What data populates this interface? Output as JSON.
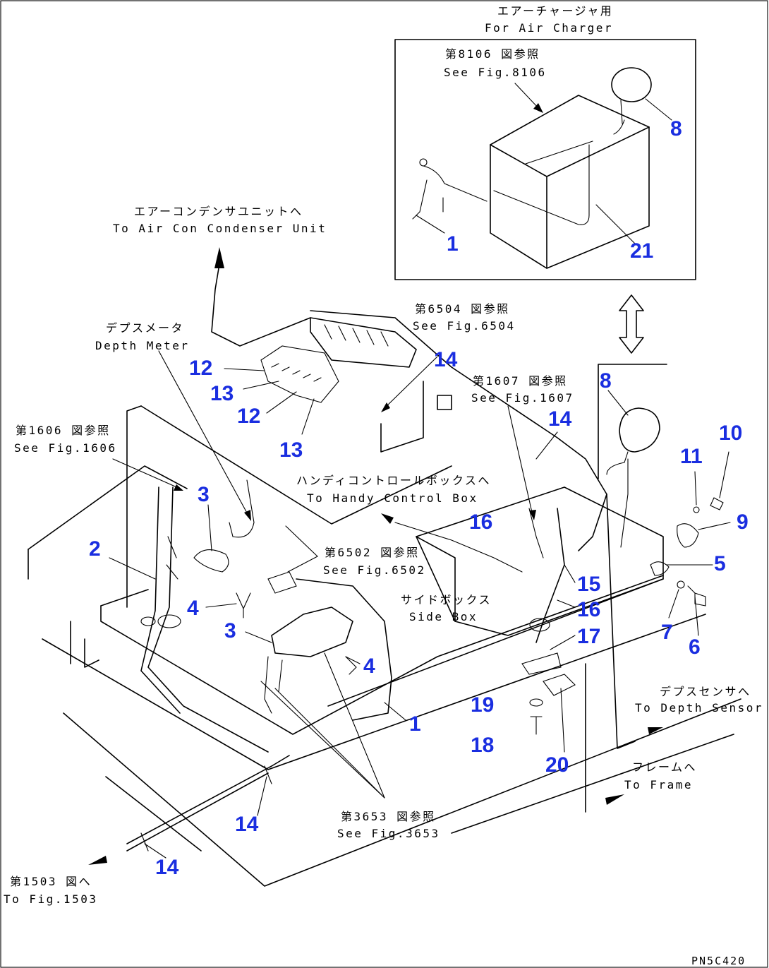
{
  "diagram": {
    "drawing_code": "PN5C420",
    "notes": {
      "air_charger_jp": "エアーチャージャ用",
      "air_charger_en": "For Air Charger",
      "fig8106_jp": "第8106 図参照",
      "fig8106_en": "See Fig.8106",
      "aircon_jp": "エアーコンデンサユニットへ",
      "aircon_en": "To Air Con Condenser Unit",
      "fig6504_jp": "第6504 図参照",
      "fig6504_en": "See Fig.6504",
      "depth_meter_jp": "デプスメータ",
      "depth_meter_en": "Depth Meter",
      "fig1607_jp": "第1607 図参照",
      "fig1607_en": "See Fig.1607",
      "fig1606_jp": "第1606 図参照",
      "fig1606_en": "See Fig.1606",
      "handy_jp": "ハンディコントロールボックスへ",
      "handy_en": "To Handy Control Box",
      "fig6502_jp": "第6502 図参照",
      "fig6502_en": "See Fig.6502",
      "side_box_jp": "サイドボックス",
      "side_box_en": "Side Box",
      "depth_sensor_jp": "デプスセンサへ",
      "depth_sensor_en": "To Depth Sensor",
      "frame_jp": "フレームへ",
      "frame_en": "To Frame",
      "fig3653_jp": "第3653 図参照",
      "fig3653_en": "See Fig.3653",
      "fig1503_jp": "第1503 図へ",
      "fig1503_en": "To Fig.1503"
    },
    "part_numbers": {
      "p1a": "1",
      "p21": "21",
      "p8a": "8",
      "p12a": "12",
      "p13a": "13",
      "p12b": "12",
      "p13b": "13",
      "p14a": "14",
      "p14b": "14",
      "p8b": "8",
      "p10": "10",
      "p11": "11",
      "p9": "9",
      "p5": "5",
      "p7": "7",
      "p6": "6",
      "p3a": "3",
      "p2": "2",
      "p4a": "4",
      "p3b": "3",
      "p4b": "4",
      "p16a": "16",
      "p15": "15",
      "p16b": "16",
      "p17": "17",
      "p19": "19",
      "p18": "18",
      "p20": "20",
      "p1b": "1",
      "p14c": "14",
      "p14d": "14"
    }
  }
}
